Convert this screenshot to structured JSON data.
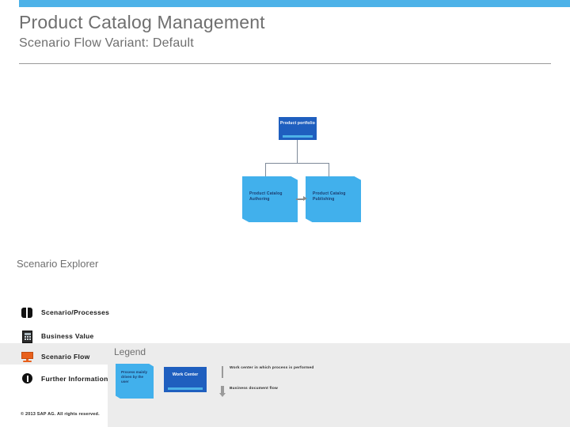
{
  "brand": {
    "accent_blue": "#4db2e8",
    "node_dark_blue": "#1f5fbf",
    "flow_blue": "#41b0ec",
    "accent_orange": "#e8601c",
    "panel_gray": "#ececec",
    "text_gray": "#6f6f6f"
  },
  "header": {
    "title": "Product Catalog Management",
    "subtitle": "Scenario Flow Variant: Default"
  },
  "diagram": {
    "top_node": {
      "label": "Product portfolio"
    },
    "flows": [
      {
        "label": "Product Catalog Authoring"
      },
      {
        "label": "Product Catalog Publishing"
      }
    ]
  },
  "explorer": {
    "title": "Scenario Explorer",
    "items": [
      {
        "label": "Scenario/Processes",
        "icon": "pages-icon",
        "selected": false
      },
      {
        "label": "Business Value",
        "icon": "calculator-icon",
        "selected": false
      },
      {
        "label": "Scenario Flow",
        "icon": "monitor-icon",
        "selected": true
      },
      {
        "label": "Further Information",
        "icon": "info-icon",
        "selected": false
      }
    ]
  },
  "legend": {
    "title": "Legend",
    "process_shape_label": "Process mainly driven by the user",
    "work_center_label": "Work Center",
    "entries": [
      {
        "marker": "vertical-line-icon",
        "text": "Work center in which process is performed"
      },
      {
        "marker": "down-arrow-icon",
        "text": "Business document flow"
      }
    ]
  },
  "footer": {
    "copyright": "© 2013 SAP AG. All rights reserved."
  }
}
